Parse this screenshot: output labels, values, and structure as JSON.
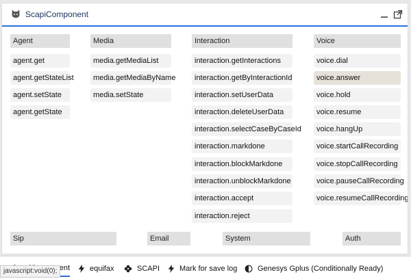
{
  "window": {
    "title": "ScapiComponent"
  },
  "columns": [
    {
      "header": "Agent",
      "items": [
        "agent.get",
        "agent.getStateList",
        "agent.setState",
        "agent.getState"
      ]
    },
    {
      "header": "Media",
      "items": [
        "media.getMediaList",
        "media.getMediaByName",
        "media.setState"
      ]
    },
    {
      "header": "Interaction",
      "items": [
        "interaction.getInteractions",
        "interaction.getByInteractionId",
        "interaction.setUserData",
        "interaction.deleteUserData",
        "interaction.selectCaseByCaseId",
        "interaction.markdone",
        "interaction.blockMarkdone",
        "interaction.unblockMarkdone",
        "interaction.accept",
        "interaction.reject"
      ]
    },
    {
      "header": "Voice",
      "items": [
        "voice.dial",
        "voice.answer",
        "voice.hold",
        "voice.resume",
        "voice.hangUp",
        "voice.startCallRecording",
        "voice.stopCallRecording",
        "voice.pauseCallRecording",
        "voice.resumeCallRecording"
      ],
      "selected_index": 1
    }
  ],
  "lower_headers": [
    "Sip",
    "Email",
    "System",
    "Auth"
  ],
  "footer_tabs": [
    {
      "label": "ScapiComponent",
      "icon": "cat-icon",
      "active": true
    },
    {
      "label": "equifax",
      "icon": "lightning-icon"
    },
    {
      "label": "SCAPI",
      "icon": "flower-icon"
    },
    {
      "label": "Mark for save log",
      "icon": "lightning-icon"
    },
    {
      "label": "Genesys Gplus (Conditionally Ready)",
      "icon": "half-circle-icon"
    }
  ],
  "status_bar": "javascript:void(0);",
  "colors": {
    "accent": "#2a6fdb",
    "header_bg": "#e0e0e0",
    "item_bg": "#f2f2f2",
    "selected_bg": "#e6e2da"
  }
}
